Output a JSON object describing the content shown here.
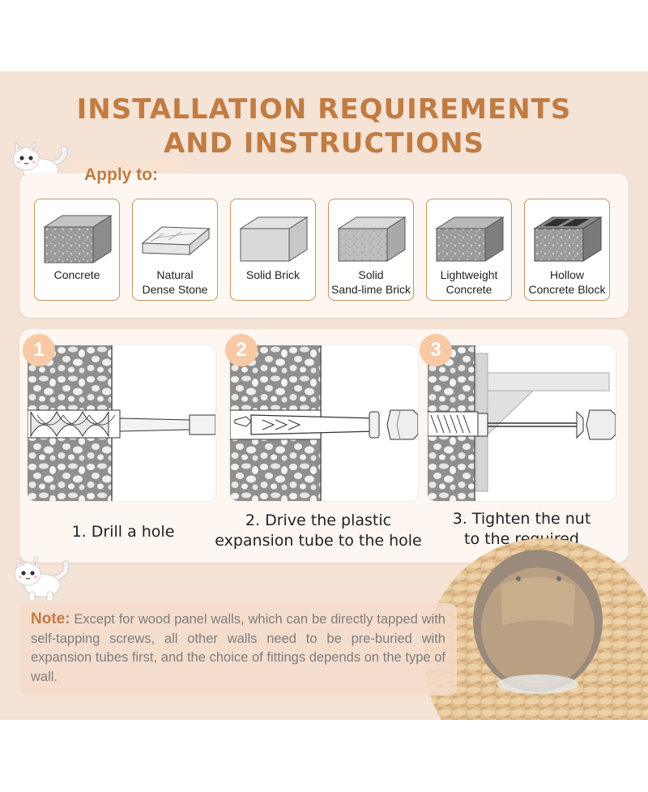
{
  "title": {
    "line1": "INSTALLATION REQUIREMENTS",
    "line2": "AND INSTRUCTIONS"
  },
  "apply": {
    "label": "Apply to:",
    "materials": [
      {
        "icon": "concrete-block-icon",
        "line1": "Concrete",
        "line2": ""
      },
      {
        "icon": "stone-slab-icon",
        "line1": "Natural",
        "line2": "Dense Stone"
      },
      {
        "icon": "solid-brick-icon",
        "line1": "Solid Brick",
        "line2": ""
      },
      {
        "icon": "sand-lime-brick-icon",
        "line1": "Solid",
        "line2": "Sand-lime Brick"
      },
      {
        "icon": "lightweight-concrete-icon",
        "line1": "Lightweight",
        "line2": "Concrete"
      },
      {
        "icon": "hollow-block-icon",
        "line1": "Hollow",
        "line2": "Concrete Block"
      }
    ]
  },
  "steps": [
    {
      "number": "1",
      "icon": "drill-bit-icon",
      "caption_line1": "1. Drill a hole",
      "caption_line2": ""
    },
    {
      "number": "2",
      "icon": "expansion-tube-icon",
      "caption_line1": "2. Drive the plastic",
      "caption_line2": "expansion tube to the hole"
    },
    {
      "number": "3",
      "icon": "bracket-screw-icon",
      "caption_line1": "3. Tighten the nut",
      "caption_line2": "to the required"
    }
  ],
  "note": {
    "key": "Note:",
    "text": "Except for wood panel walls, which can be directly tapped with self-tapping screws, all other walls need to be pre-buried with expansion tubes first, and the choice of fittings depends on the type of wall."
  },
  "colors": {
    "accent": "#c07c43",
    "background": "#f5e3d6",
    "number_circle": "#f8c9a4",
    "card_border": "#c9955f"
  }
}
